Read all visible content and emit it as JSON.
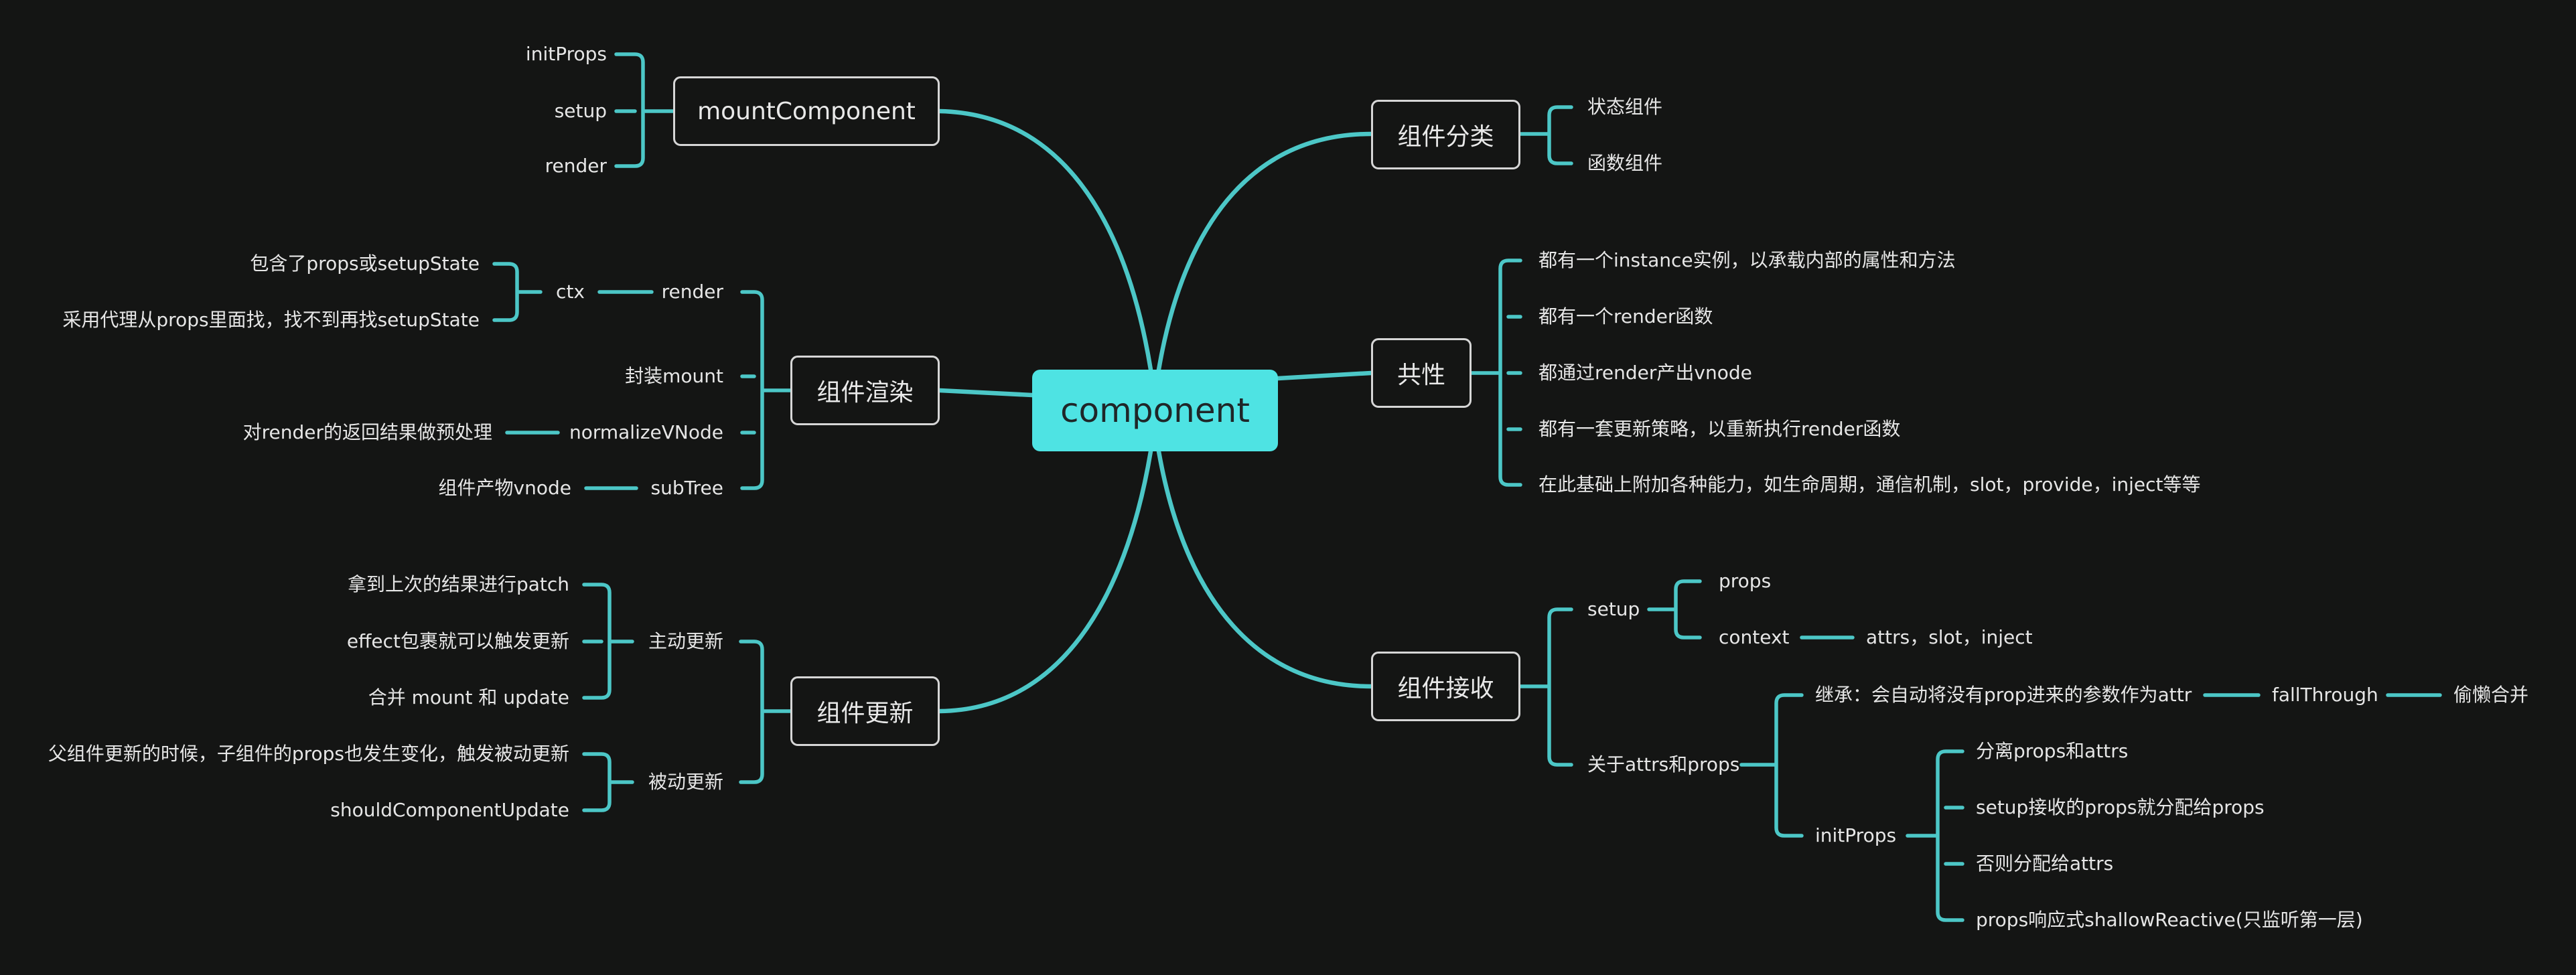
{
  "root": "component",
  "topics": {
    "mount": "mountComponent",
    "render": "组件渲染",
    "update": "组件更新",
    "classify": "组件分类",
    "common": "共性",
    "receive": "组件接收"
  },
  "mount_children": [
    "initProps",
    "setup",
    "render"
  ],
  "render_tree": {
    "render": "render",
    "ctx": "ctx",
    "ctx_items": [
      "包含了props或setupState",
      "采用代理从props里面找，找不到再找setupState"
    ],
    "mount": "封装mount",
    "normalize": "normalizeVNode",
    "normalize_desc": "对render的返回结果做预处理",
    "subtree": "subTree",
    "subtree_desc": "组件产物vnode"
  },
  "update_tree": {
    "active": "主动更新",
    "active_items": [
      "拿到上次的结果进行patch",
      "effect包裹就可以触发更新",
      "合并 mount 和 update"
    ],
    "passive": "被动更新",
    "passive_items": [
      "父组件更新的时候，子组件的props也发生变化，触发被动更新",
      "shouldComponentUpdate"
    ]
  },
  "classify_items": [
    "状态组件",
    "函数组件"
  ],
  "common_items": [
    "都有一个instance实例，以承载内部的属性和方法",
    "都有一个render函数",
    "都通过render产出vnode",
    "都有一套更新策略，以重新执行render函数",
    "在此基础上附加各种能力，如生命周期，通信机制，slot，provide，inject等等"
  ],
  "receive_tree": {
    "setup": "setup",
    "props": "props",
    "context": "context",
    "context_desc": "attrs，slot，inject",
    "attrs_props": "关于attrs和props",
    "inherit": "继承：会自动将没有prop进来的参数作为attr",
    "fallthrough": "fallThrough",
    "lazy": "偷懒合并",
    "initprops": "initProps",
    "initprops_items": [
      "分离props和attrs",
      "setup接收的props就分配给props",
      "否则分配给attrs",
      "props响应式shallowReactive(只监听第一层)"
    ]
  },
  "colors": {
    "line": "#4cc7c7",
    "root_fill": "#4ee3e3",
    "background": "#141514",
    "topic_border": "#d6d6d6",
    "text": "#e6e6e6"
  }
}
